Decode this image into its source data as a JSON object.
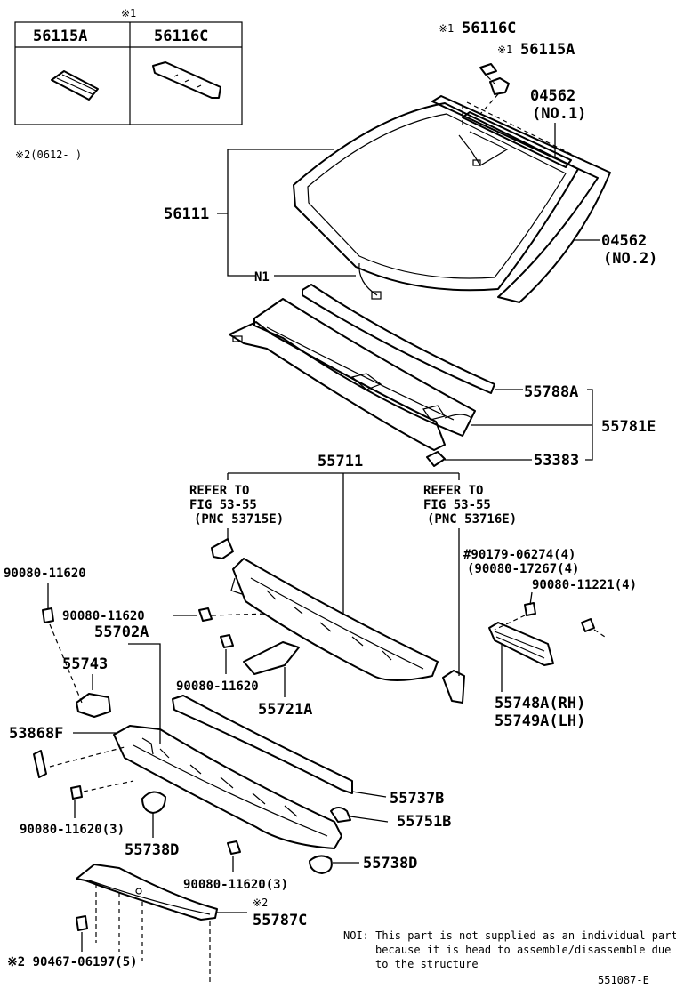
{
  "inset": {
    "header_mark": "※1",
    "col1": "56115A",
    "col2": "56116C"
  },
  "note_top": "※2(0612-    )",
  "labels": {
    "p56116C_top": "56116C",
    "p56116C_top_mark": "※1",
    "p56115A_top": "56115A",
    "p56115A_top_mark": "※1",
    "p04562_no1": "04562",
    "p04562_no1_sub": "(NO.1)",
    "p56111": "56111",
    "p04562_no2": "04562",
    "p04562_no2_sub": "(NO.2)",
    "n1": "N1",
    "p55788A": "55788A",
    "p55781E": "55781E",
    "p53383": "53383",
    "p55711": "55711",
    "refer_left_1": "REFER TO",
    "refer_left_2": "FIG 53-55",
    "refer_left_3": "(PNC 53715E)",
    "refer_right_1": "REFER TO",
    "refer_right_2": "FIG 53-55",
    "refer_right_3": "(PNC 53716E)",
    "p90179": "#90179-06274(4)",
    "p90080_17267": "(90080-17267(4)",
    "p90080_11221": "90080-11221(4)",
    "p90080_11620_a": "90080-11620",
    "p90080_11620_b": "90080-11620",
    "p55702A": "55702A",
    "p55743": "55743",
    "p90080_11620_c": "90080-11620",
    "p55721A": "55721A",
    "p55748A": "55748A(RH)",
    "p55749A": "55749A(LH)",
    "p53868F": "53868F",
    "p55737B": "55737B",
    "p90080_11620_d": "90080-11620(3)",
    "p55751B": "55751B",
    "p55738D_a": "55738D",
    "p55738D_b": "55738D",
    "p90080_11620_e": "90080-11620(3)",
    "p55787C_mark": "※2",
    "p55787C": "55787C",
    "p90467": "※2 90467-06197(5)",
    "footnote_1": "NOI: This part is not supplied as an individual part",
    "footnote_2": "because it is head to assemble/disassemble due",
    "footnote_3": "to the structure",
    "code": "551087-E"
  }
}
